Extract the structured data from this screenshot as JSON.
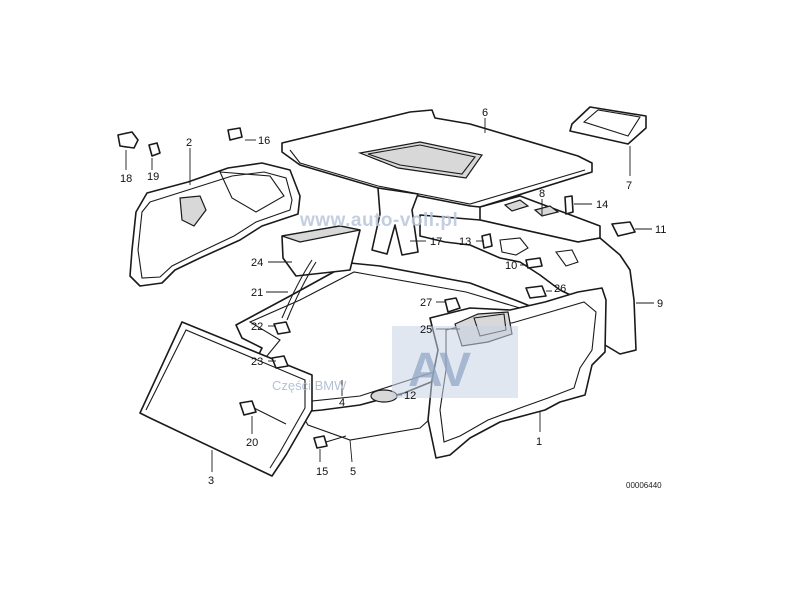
{
  "diagram": {
    "part_labels": [
      "1",
      "2",
      "3",
      "4",
      "5",
      "6",
      "7",
      "8",
      "9",
      "10",
      "11",
      "12",
      "13",
      "14",
      "15",
      "16",
      "17",
      "18",
      "19",
      "20",
      "21",
      "22",
      "23",
      "24",
      "25",
      "26",
      "27"
    ],
    "drawing_code": "00006440",
    "watermark": {
      "url": "www.auto-voll.pl",
      "logo_text": "AV",
      "caption": "Części BMW"
    }
  }
}
